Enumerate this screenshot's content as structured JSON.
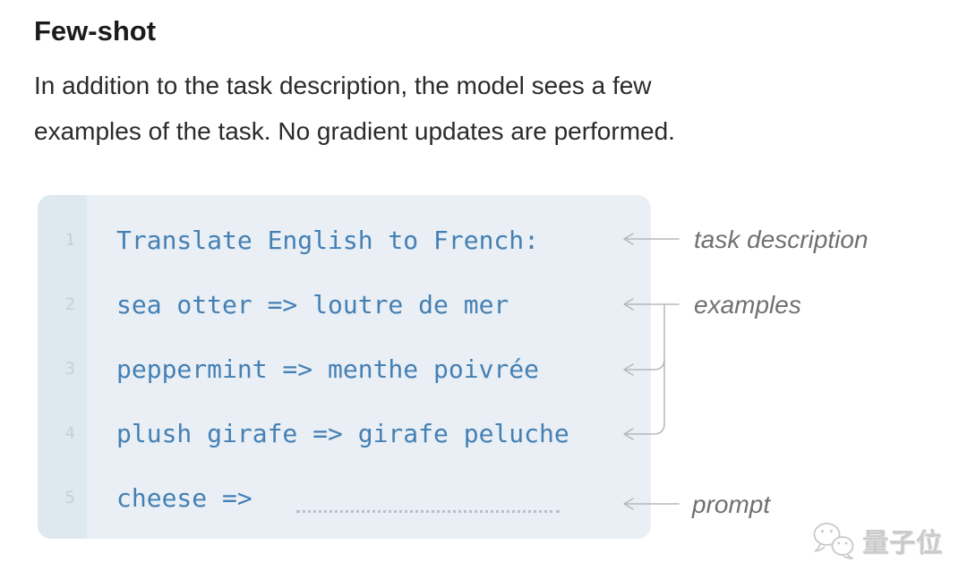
{
  "header": {
    "title": "Few-shot",
    "description": [
      "In addition to the task description, the model sees a few",
      "examples of the task. No gradient updates are performed.",
      "In addition to the task description, the model sees a few examples of the task. No gradient updates are performed."
    ]
  },
  "code": {
    "lines": [
      {
        "number": "1",
        "text": "Translate English to French:"
      },
      {
        "number": "2",
        "text": "sea otter => loutre de mer"
      },
      {
        "number": "3",
        "text": "peppermint => menthe poivrée"
      },
      {
        "number": "4",
        "text": "plush girafe => girafe peluche"
      },
      {
        "number": "5",
        "text": "cheese =>"
      }
    ],
    "prompt_placeholder": "dotted-line"
  },
  "annotations": {
    "task_description": "task description",
    "examples": "examples",
    "prompt": "prompt"
  },
  "watermark": {
    "text": "量子位",
    "icon": "wechat-logo-icon"
  },
  "colors": {
    "code_text": "#4580b4",
    "code_background": "#e9eff5",
    "gutter_background": "#dde8ef",
    "line_number": "#c4cfd9",
    "annotation_text": "#707070",
    "arrow": "#b5b8bb",
    "body_text": "#2b2b2b",
    "watermark": "#cbcbcb"
  }
}
